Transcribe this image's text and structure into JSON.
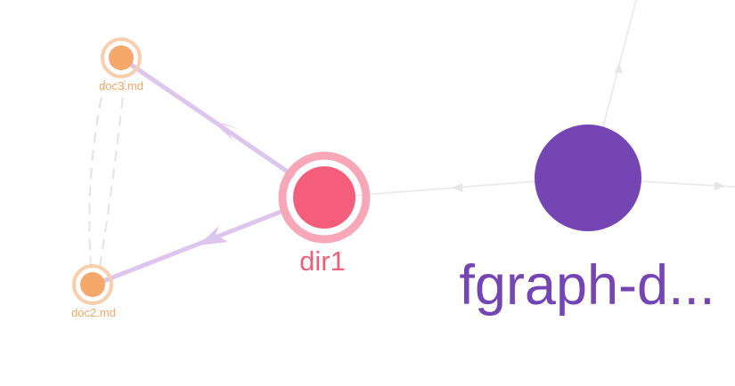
{
  "colors": {
    "background": "#ffffff",
    "doc_node": "#f5a86c",
    "doc_ring": "#f8cfae",
    "doc_label": "#f0a868",
    "dir_node": "#f55e7b",
    "dir_ring": "#f8a7b8",
    "dir_label": "#f0607c",
    "root_node": "#7545b3",
    "root_label": "#7545b3",
    "edge_dir_doc": "#ddc6ee",
    "edge_root": "#ececec",
    "edge_dashed": "#e3e3e3"
  },
  "nodes": {
    "doc3": {
      "label": "doc3.md"
    },
    "doc2": {
      "label": "doc2.md"
    },
    "dir1": {
      "label": "dir1"
    },
    "root": {
      "label": "fgraph-d..."
    }
  }
}
